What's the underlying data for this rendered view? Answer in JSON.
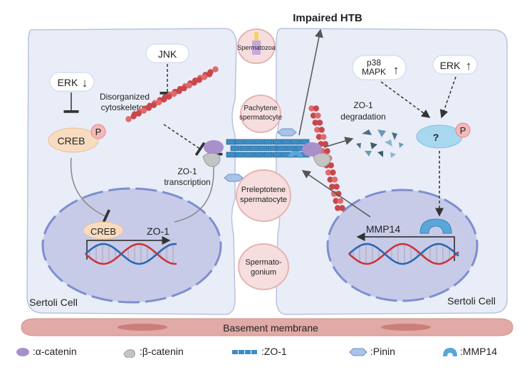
{
  "title": "Impaired HTB",
  "cells": {
    "left": "Sertoli Cell",
    "right": "Sertoli Cell",
    "basement": "Basement membrane"
  },
  "germ_cells": {
    "spermatozoa": "Spermatozoa",
    "pachytene": [
      "Pachytene",
      "spermatocyte"
    ],
    "preleptotene": [
      "Preleptotene",
      "spermatocyte"
    ],
    "spermatogonium": [
      "Spermato-",
      "gonium"
    ]
  },
  "left_pathway": {
    "erk": "ERK",
    "erk_arrow": "↓",
    "jnk": "JNK",
    "creb": "CREB",
    "phospho": "P",
    "cytoskeleton": [
      "Disorganized",
      "cytoskeleton"
    ],
    "zo1_transcription": [
      "ZO-1",
      "transcription"
    ],
    "nucleus_creb": "CREB",
    "nucleus_gene": "ZO-1"
  },
  "right_pathway": {
    "p38": [
      "p38",
      "MAPK"
    ],
    "p38_arrow": "↑",
    "erk": "ERK",
    "erk_arrow": "↑",
    "unknown": "?",
    "phospho": "P",
    "zo1_degradation": [
      "ZO-1",
      "degradation"
    ],
    "nucleus_gene": "MMP14"
  },
  "legend": [
    {
      "key": "alpha",
      "label": ":α-catenin",
      "color": "#a890cc"
    },
    {
      "key": "beta",
      "label": ":β-catenin",
      "color": "#c4c4c4"
    },
    {
      "key": "zo1",
      "label": ":ZO-1",
      "color": "#3c8dc4"
    },
    {
      "key": "pinin",
      "label": ":Pinin",
      "color": "#a9c3e8"
    },
    {
      "key": "mmp14",
      "label": ":MMP14",
      "color": "#5aa6d8"
    }
  ],
  "colors": {
    "cell": "#e9edf7",
    "cell_border": "#b9c3dc",
    "nucleus": "#c8cbe8",
    "nucleus_border": "#7d8fd0",
    "germ": "#f6dede",
    "germ_border": "#e7b3b3",
    "actin": "#c8474b",
    "basement": "#e1aaa6",
    "creb": "#f9dcc0",
    "phospho": "#f4b9b9",
    "unknown": "#a8d8f0"
  }
}
